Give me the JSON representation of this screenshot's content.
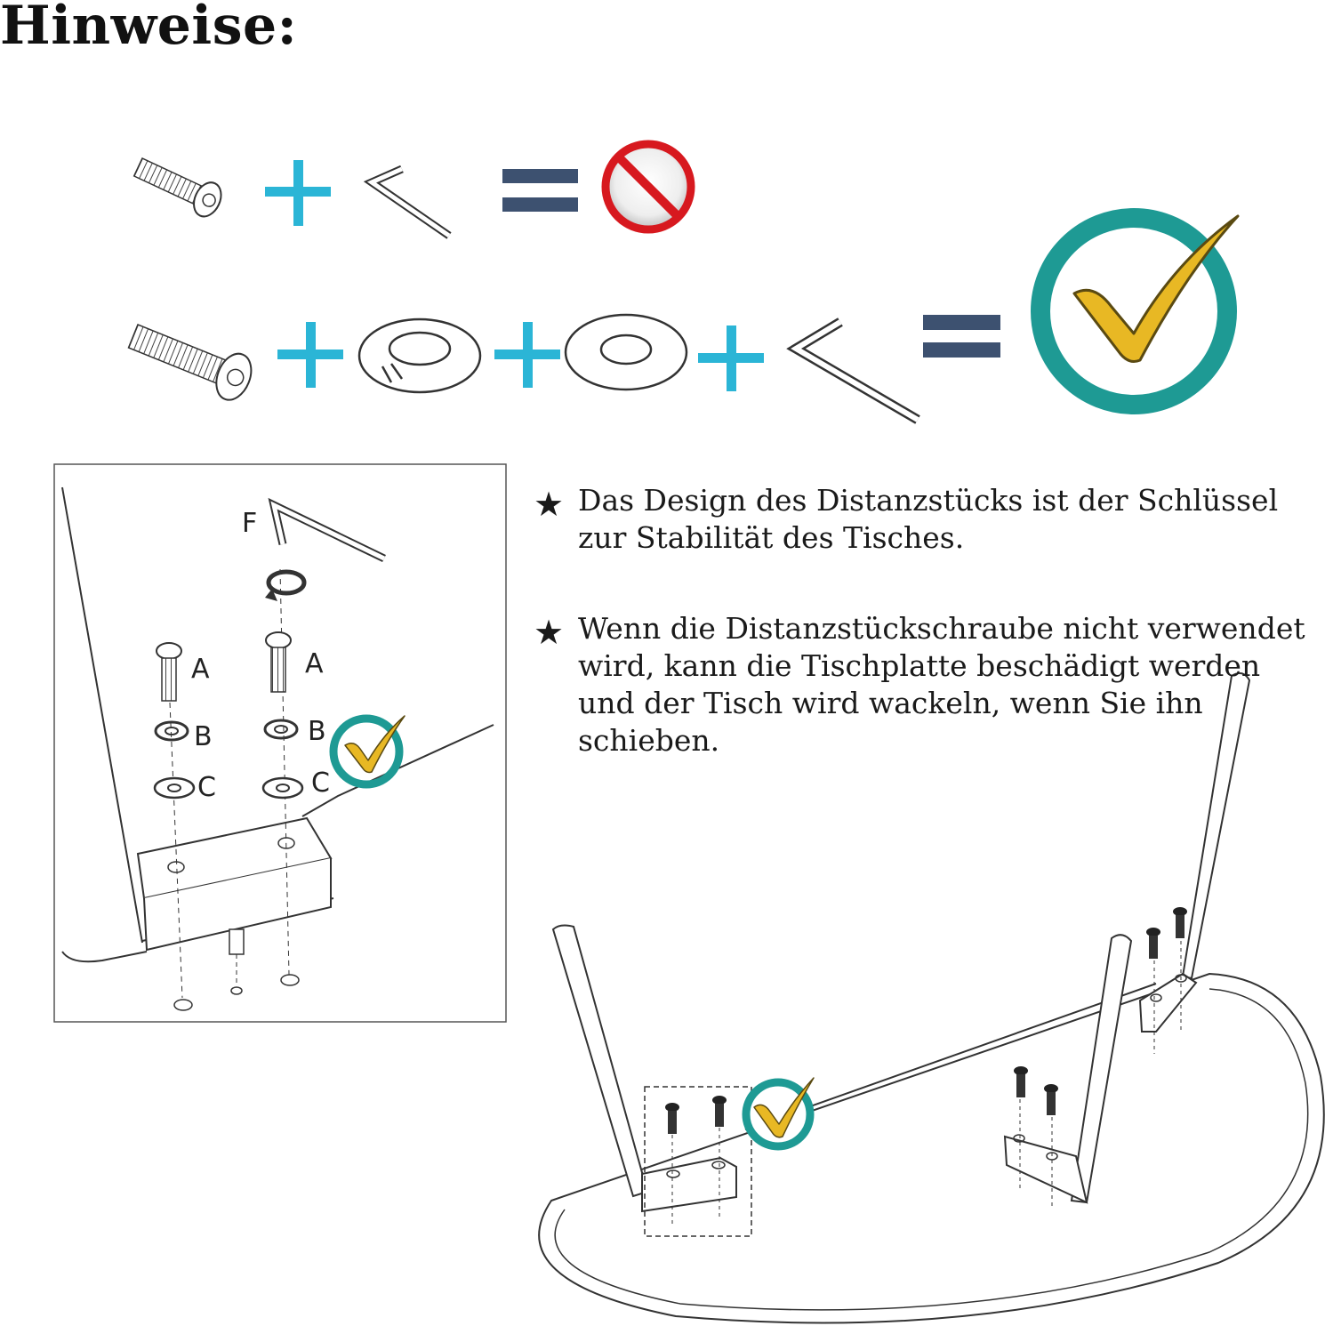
{
  "title": "Hinweise:",
  "notes": [
    {
      "icon": "star-icon",
      "text": "Das Design des Distanzstücks ist der Schlüssel zur Stabilität des Tisches."
    },
    {
      "icon": "star-icon",
      "text": "Wenn die Distanzstückschraube nicht verwendet wird, kann die Tischplatte beschädigt werden und der Tisch wird wackeln, wenn Sie ihn schieben."
    }
  ],
  "detail_labels": {
    "allen_key": "F",
    "screw_left": "A",
    "screw_right": "A",
    "washer_b_left": "B",
    "washer_b_right": "B",
    "washer_c_left": "C",
    "washer_c_right": "C"
  },
  "colors": {
    "plus": "#2bb5d6",
    "equals": "#3d5170",
    "forbidden": "#d7191f",
    "check_ring": "#1e9a94",
    "check_mark": "#e8b824"
  }
}
